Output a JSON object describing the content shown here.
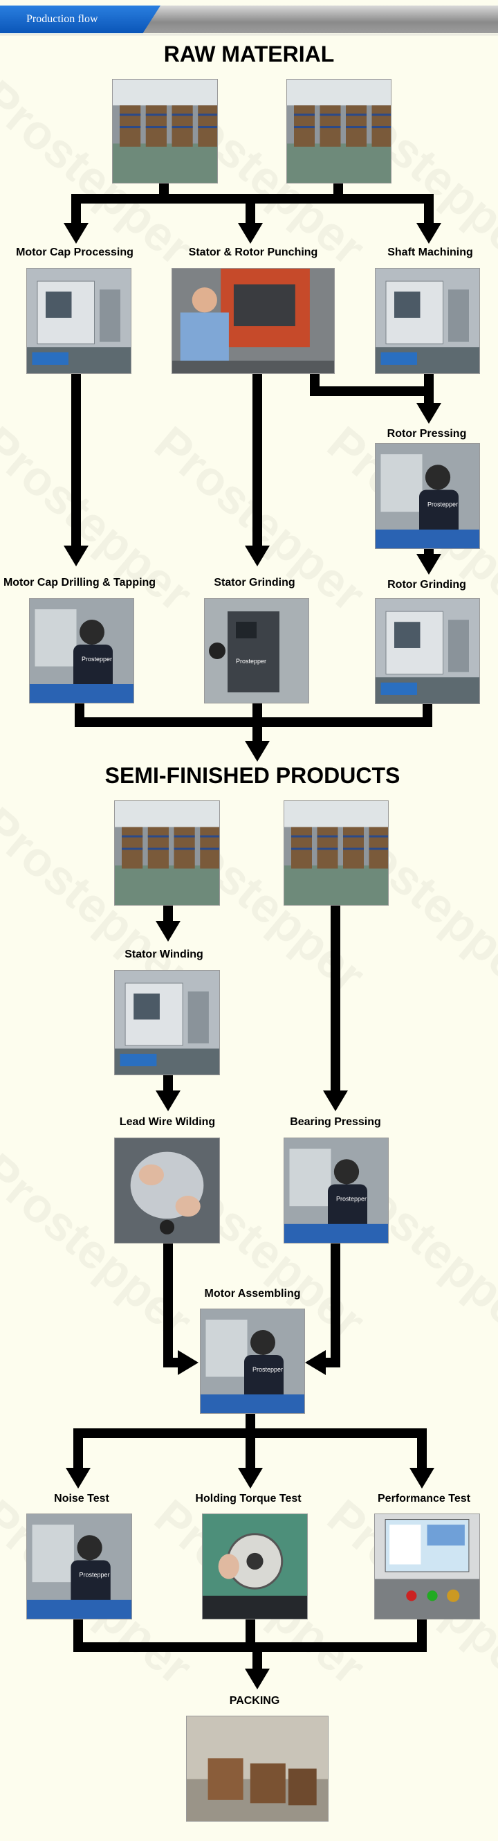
{
  "header": {
    "tab_label": "Production flow"
  },
  "headings": {
    "raw_material": "RAW MATERIAL",
    "semi_finished": "SEMI-FINISHED PRODUCTS"
  },
  "steps": {
    "motor_cap_processing": "Motor Cap Processing",
    "stator_rotor_punching": "Stator & Rotor Punching",
    "shaft_machining": "Shaft Machining",
    "rotor_pressing": "Rotor Pressing",
    "motor_cap_drilling": "Motor Cap Drilling & Tapping",
    "stator_grinding": "Stator Grinding",
    "rotor_grinding": "Rotor Grinding",
    "stator_winding": "Stator Winding",
    "lead_wire_wilding": "Lead Wire Wilding",
    "bearing_pressing": "Bearing Pressing",
    "motor_assembling": "Motor Assembling",
    "noise_test": "Noise Test",
    "holding_torque_test": "Holding Torque Test",
    "performance_test": "Performance Test",
    "packing": "PACKING"
  },
  "watermark": "Prostepper",
  "photo_text": "Prostepper",
  "colors": {
    "header_blue": "#1063c9",
    "arrow": "#000000",
    "background": "#fdfdee"
  }
}
